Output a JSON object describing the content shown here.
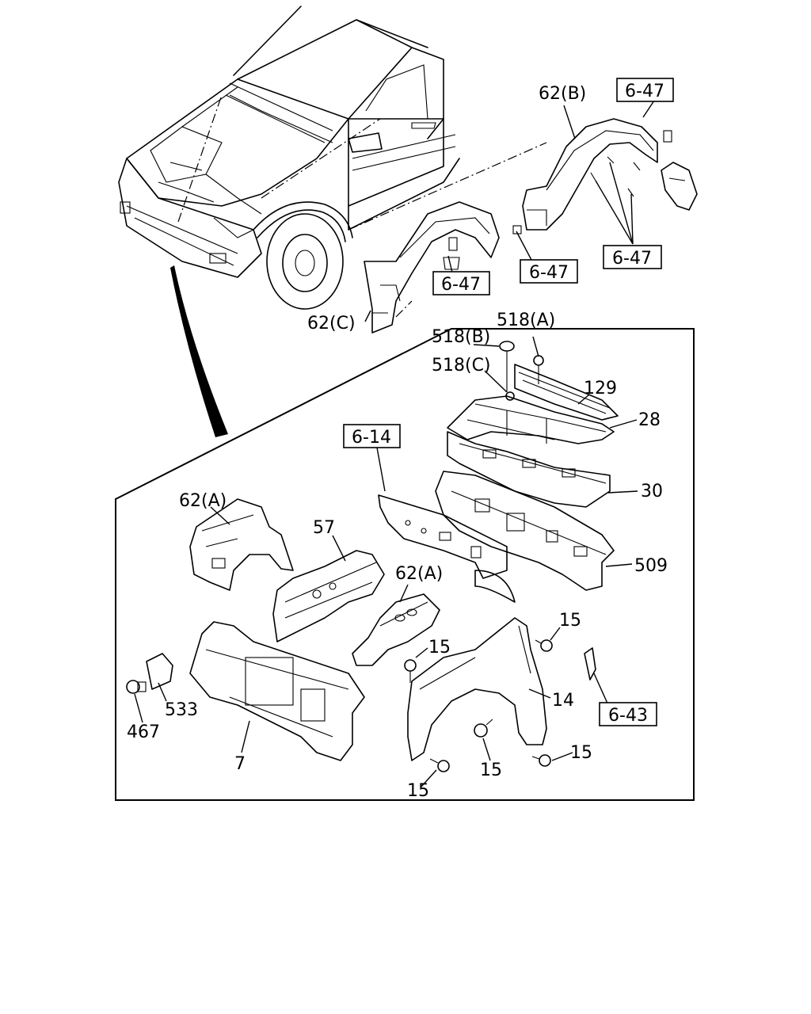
{
  "labels": {
    "l62B": "62(B)",
    "l62C": "62(C)",
    "l62A_top": "62(A)",
    "l62A_mid": "62(A)",
    "l518A": "518(A)",
    "l518B": "518(B)",
    "l518C": "518(C)",
    "l129": "129",
    "l28": "28",
    "l30": "30",
    "l509": "509",
    "l57": "57",
    "l15_a": "15",
    "l15_b": "15",
    "l15_c": "15",
    "l15_d": "15",
    "l15_e": "15",
    "l14": "14",
    "l533": "533",
    "l467": "467",
    "l7": "7"
  },
  "ref_boxes": {
    "b647_topright": "6-47",
    "b647_right": "6-47",
    "b647_mid": "6-47",
    "b647_left": "6-47",
    "b614": "6-14",
    "b643": "6-43"
  }
}
